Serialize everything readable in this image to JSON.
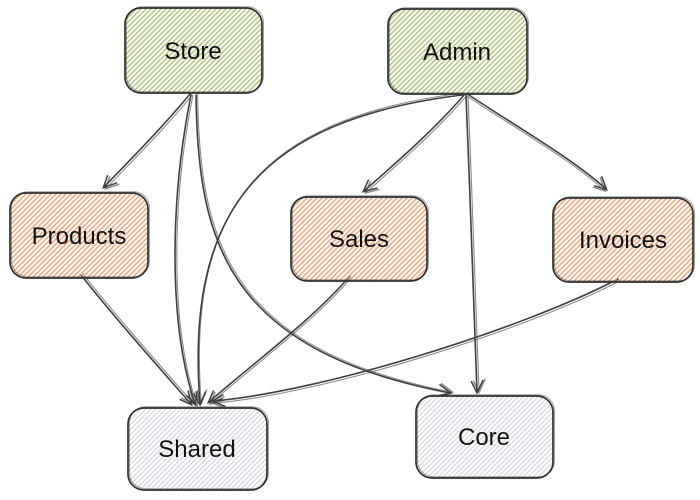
{
  "diagram": {
    "type": "dependency-graph",
    "nodes": {
      "store": {
        "label": "Store",
        "group": "app"
      },
      "admin": {
        "label": "Admin",
        "group": "app"
      },
      "products": {
        "label": "Products",
        "group": "feature"
      },
      "sales": {
        "label": "Sales",
        "group": "feature"
      },
      "invoices": {
        "label": "Invoices",
        "group": "feature"
      },
      "shared": {
        "label": "Shared",
        "group": "lib"
      },
      "core": {
        "label": "Core",
        "group": "lib"
      }
    },
    "edges": [
      {
        "from": "Store",
        "to": "Products"
      },
      {
        "from": "Store",
        "to": "Shared"
      },
      {
        "from": "Store",
        "to": "Core"
      },
      {
        "from": "Admin",
        "to": "Sales"
      },
      {
        "from": "Admin",
        "to": "Invoices"
      },
      {
        "from": "Admin",
        "to": "Shared"
      },
      {
        "from": "Admin",
        "to": "Core"
      },
      {
        "from": "Products",
        "to": "Shared"
      },
      {
        "from": "Sales",
        "to": "Shared"
      },
      {
        "from": "Invoices",
        "to": "Shared"
      }
    ],
    "colors": {
      "app_hatch": "#b2cb80",
      "feature_hatch": "#f0aa7d",
      "lib_hatch": "#d9dae2",
      "node_border": "#2f2f2f",
      "edge": "#3f3f3f",
      "text": "#111111",
      "background": "#ffffff"
    }
  }
}
